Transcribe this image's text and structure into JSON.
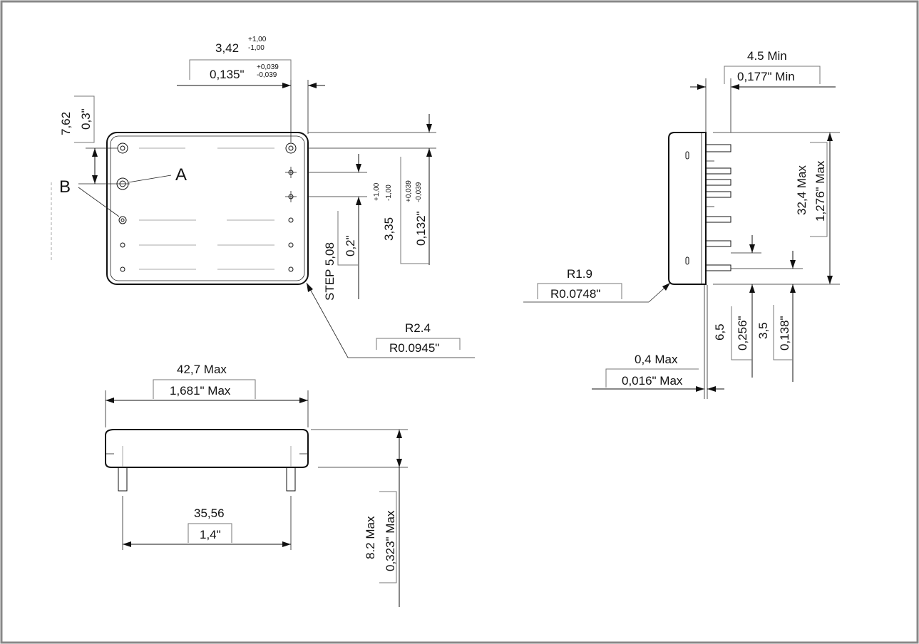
{
  "colors": {
    "frame": "#888888",
    "line": "#111111",
    "hidden": "#aaaaaa",
    "background": "#ffffff"
  },
  "labels": {
    "callout_a": "A",
    "callout_b": "B"
  },
  "dims": {
    "top_offset_mm": "3,42",
    "top_offset_mm_tol_plus": "+1,00",
    "top_offset_mm_tol_minus": "-1,00",
    "top_offset_in": "0,135\"",
    "top_offset_in_tol_plus": "+0,039",
    "top_offset_in_tol_minus": "-0,039",
    "left_pitch_mm": "7,62",
    "left_pitch_in": "0,3\"",
    "step_mm": "STEP 5,08",
    "step_in": "0,2\"",
    "right_offset_mm": "3,35",
    "right_offset_mm_tol_plus": "+1,00",
    "right_offset_mm_tol_minus": "-1,00",
    "right_offset_in": "0,132\"",
    "right_offset_in_tol_plus": "+0,039",
    "right_offset_in_tol_minus": "-0,039",
    "corner_radius_mm": "R2.4",
    "corner_radius_in": "R0.0945\"",
    "width_mm": "42,7  Max",
    "width_in": "1,681\"  Max",
    "pin_span_mm": "35,56",
    "pin_span_in": "1,4\"",
    "height_mm": "8.2 Max",
    "height_in": "0,323\" Max",
    "pin_len_mm": "4.5 Min",
    "pin_len_in": "0,177\" Min",
    "length_mm": "32,4 Max",
    "length_in": "1,276\" Max",
    "side_radius_mm": "R1.9",
    "side_radius_in": "R0.0748\"",
    "pin_dia_mm": "0,4 Max",
    "pin_dia_in": "0,016\" Max",
    "side_pin_mm": "6,5",
    "side_pin_in": "0,256\"",
    "side_pin2_mm": "3,5",
    "side_pin2_in": "0,138\""
  }
}
